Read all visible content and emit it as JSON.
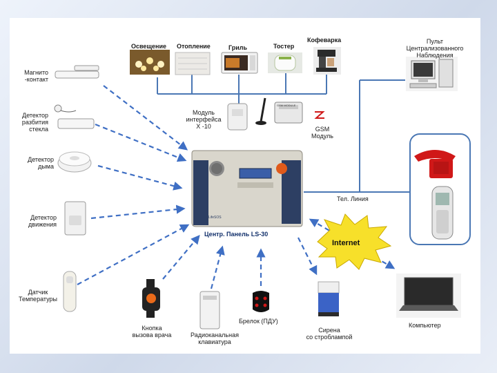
{
  "appliances": {
    "lighting": "Освещение",
    "heating": "Отопление",
    "grill": "Гриль",
    "toaster": "Тостер",
    "coffee_maker": "Кофеварка"
  },
  "monitoring_station": "Пульт\nЦентрализованного\nНаблюдения",
  "sensors": {
    "magnetic_contact": "Магнито\n-контакт",
    "glass_break": "Детектор\nразбития\nстекла",
    "smoke": "Детектор\nдыма",
    "motion": "Детектор\nдвижения",
    "temperature": "Датчик\nТемпературы"
  },
  "modules": {
    "x10": "Модуль\nинтерфейса\nX -10",
    "gsm": "GSM\nМодуль",
    "gsm_brand": "GSM MODULE"
  },
  "central_panel": {
    "label": "Центр. Панель LS-30",
    "brand": "LifeSOS"
  },
  "phone_line": "Тел. Линия",
  "internet": "Internet",
  "bottom_devices": {
    "doctor_button": "Кнопка\nвызова врача",
    "keypad": "Радиоканальная\nклавиатура",
    "keyfob": "Брелок (ПДУ)",
    "siren": "Сирена\nсо строблампой",
    "computer": "Компьютер"
  },
  "colors": {
    "wire_blue": "#4a77b4",
    "arrow_blue": "#3f6fc4",
    "panel_body": "#d9d6cc",
    "panel_dark": "#2d3f63",
    "phone_red": "#d01818",
    "internet_burst": "#f7e02a"
  }
}
